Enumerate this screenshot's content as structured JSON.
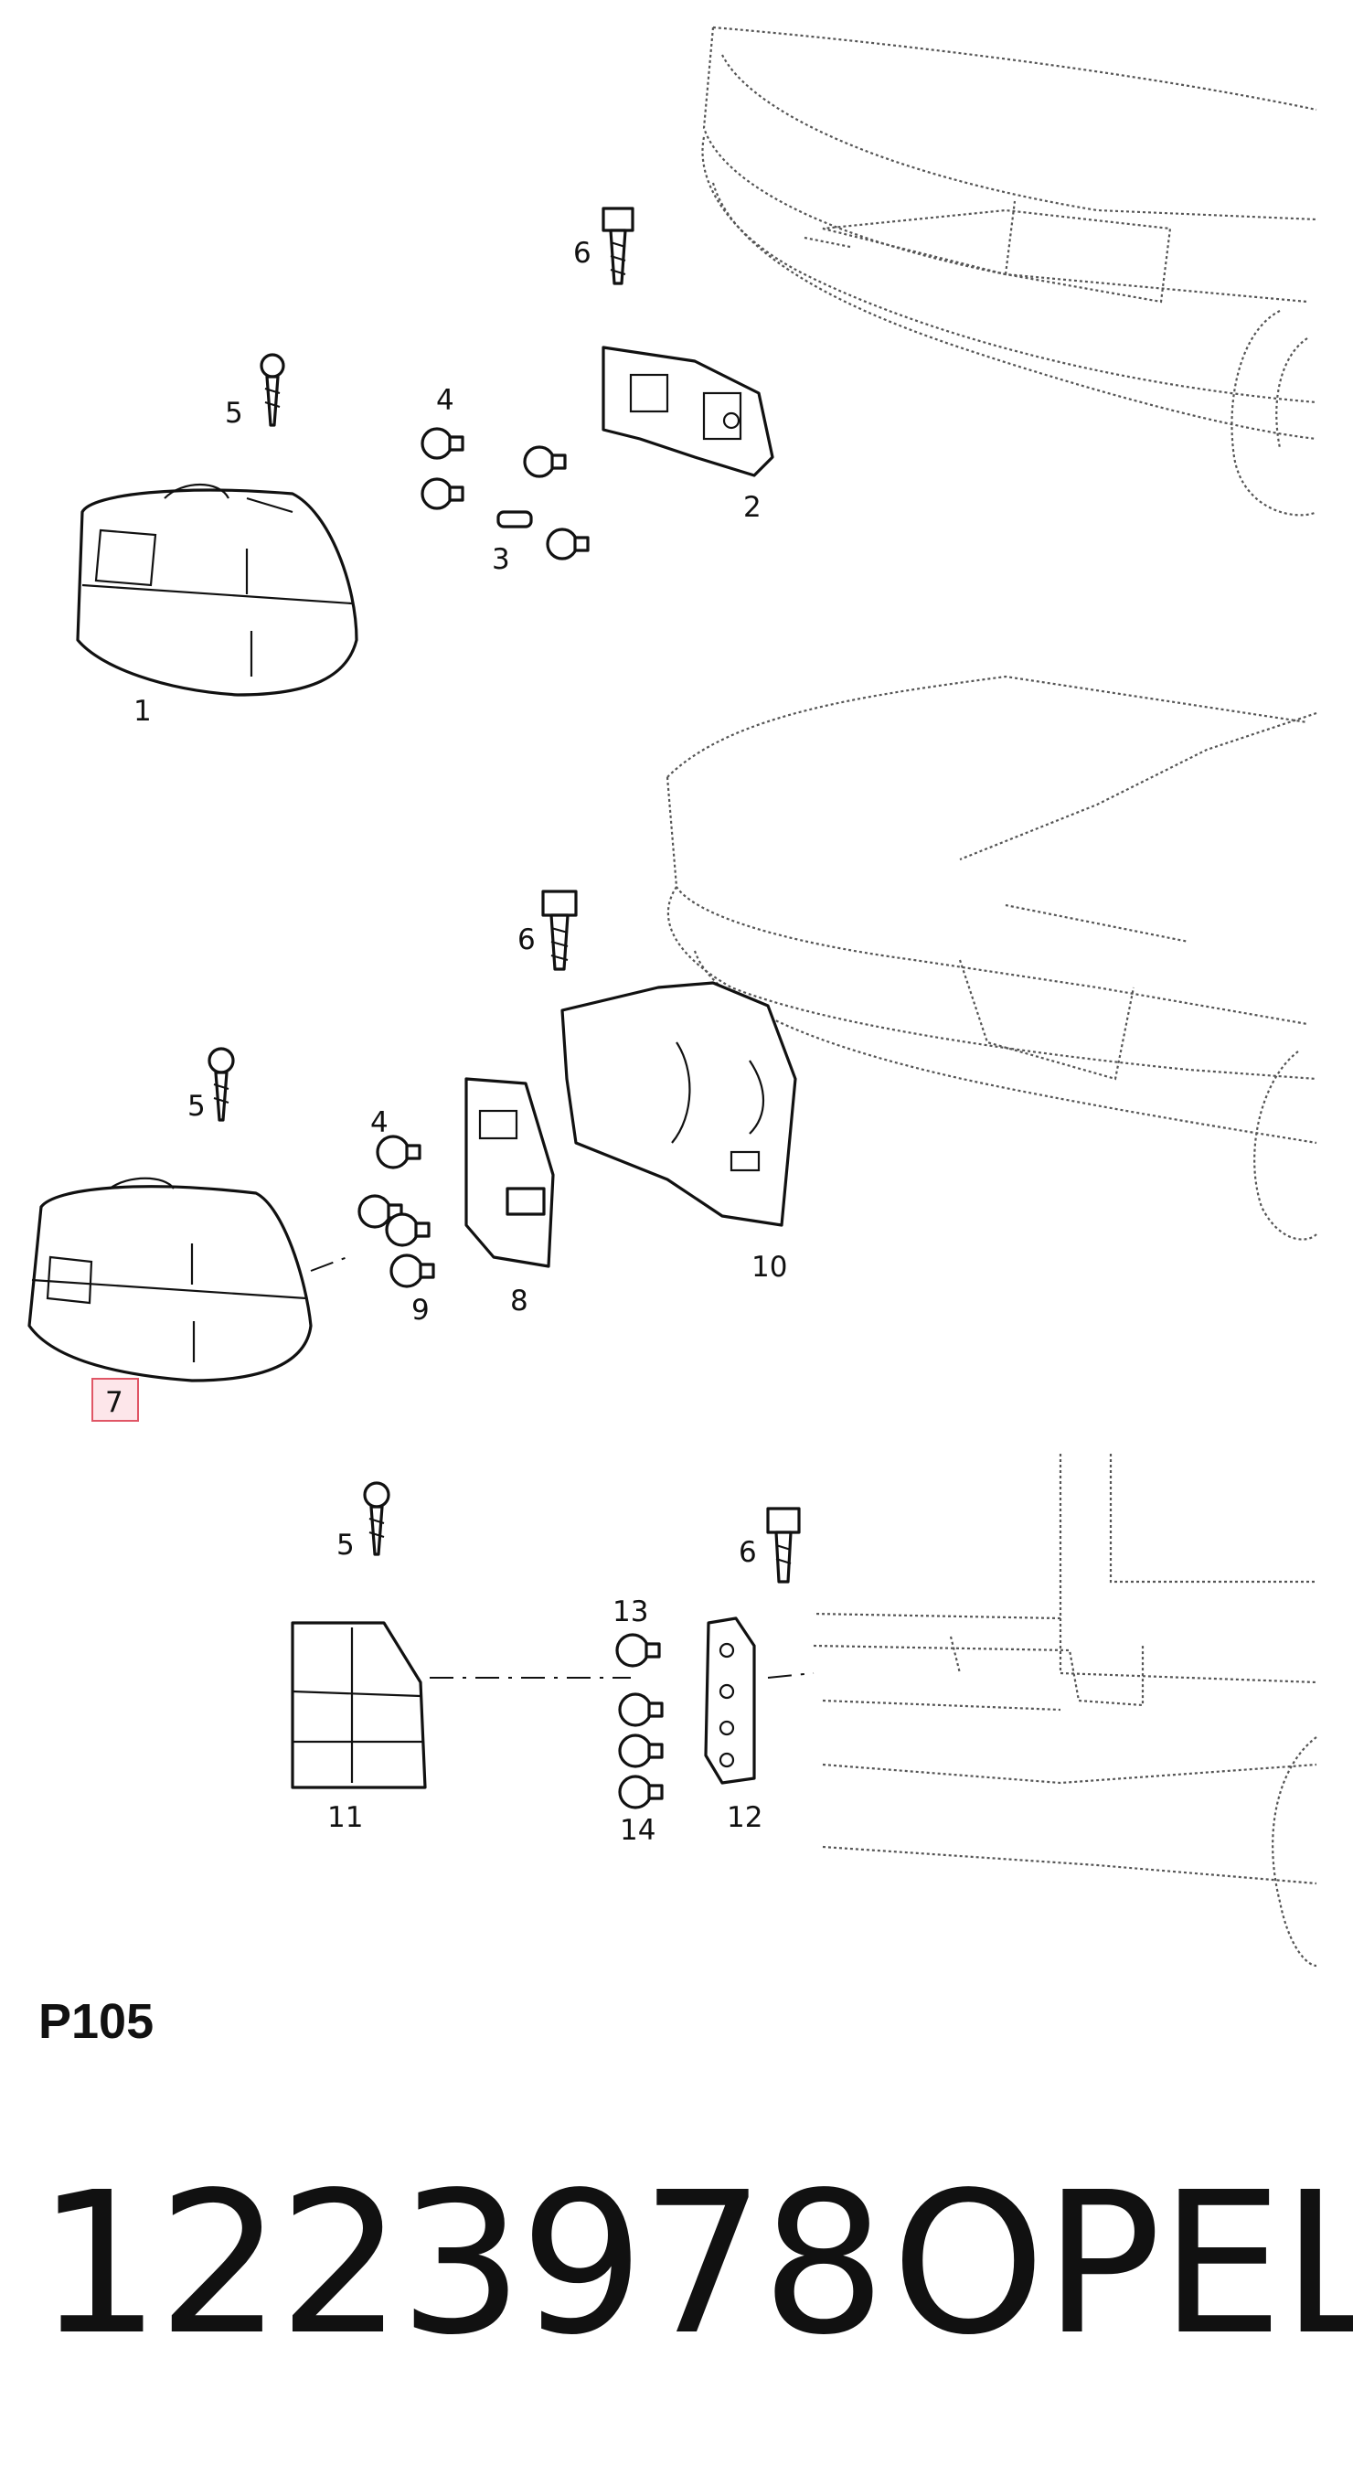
{
  "diagram": {
    "code": "P105",
    "part_number": "1223978",
    "brand": "OPEL",
    "highlighted_callout": "7",
    "callouts": {
      "top_lamp": "1",
      "top_holder": "2",
      "top_bulb_small": "3",
      "top_bulbs": "4",
      "top_screw": "5",
      "top_bolt": "6",
      "mid_screw": "5",
      "mid_bolt": "6",
      "mid_bulbs": "4",
      "mid_lamp_highlight": "7",
      "mid_holder": "8",
      "mid_bulbs_lower": "9",
      "mid_cover": "10",
      "bot_screw": "5",
      "bot_bolt": "6",
      "bot_lamp": "11",
      "bot_holder": "12",
      "bot_bulb_top": "13",
      "bot_bulbs_lower": "14"
    }
  }
}
